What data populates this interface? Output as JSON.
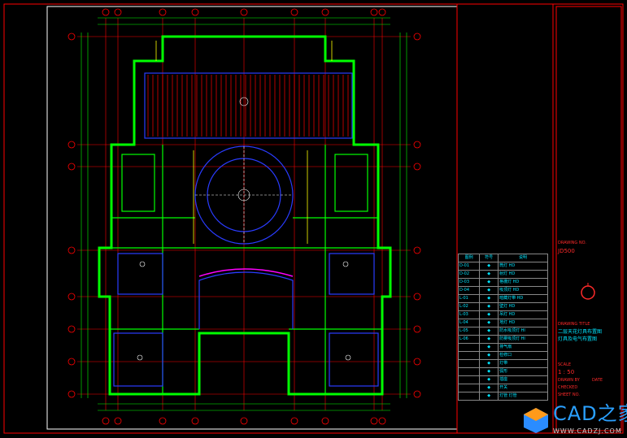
{
  "drawing": {
    "legend": {
      "headers": [
        "图例",
        "符号",
        "说明"
      ],
      "rows": [
        {
          "code": "D-01",
          "desc": "筒灯 HD"
        },
        {
          "code": "D-02",
          "desc": "射灯 HD"
        },
        {
          "code": "D-03",
          "desc": "格栅灯 HD"
        },
        {
          "code": "D-04",
          "desc": "吸顶灯 HD"
        },
        {
          "code": "L-01",
          "desc": "暗藏灯带 HD"
        },
        {
          "code": "L-02",
          "desc": "壁灯 HD"
        },
        {
          "code": "L-03",
          "desc": "吊灯 HD"
        },
        {
          "code": "L-04",
          "desc": "地灯 HD"
        },
        {
          "code": "L-05",
          "desc": "防水吸顶灯 HI"
        },
        {
          "code": "L-06",
          "desc": "防雾吸顶灯 HI"
        },
        {
          "code": "",
          "desc": "排气扇"
        },
        {
          "code": "",
          "desc": "检修口"
        },
        {
          "code": "",
          "desc": "灯带"
        },
        {
          "code": "",
          "desc": "弧形"
        },
        {
          "code": "",
          "desc": "插座"
        },
        {
          "code": "",
          "desc": "开关"
        },
        {
          "code": "",
          "desc": "灯管 灯管"
        }
      ]
    },
    "title_block": {
      "scale_label": "SCALE",
      "scale": "1 : 50",
      "drawing_no_label": "DRAWING NO.",
      "drawing_no": "JD500",
      "drawing_title_label": "DRAWING TITLE",
      "drawing_title_1": "二层天花灯具布置图",
      "drawing_title_2": "灯具及电气布置图",
      "date_label": "DATE",
      "drawn_label": "DRAWN BY",
      "checked_label": "CHECKED",
      "sheet_label": "SHEET NO."
    },
    "watermark": {
      "brand": "CAD之家",
      "url": "WWW.CADZJ.COM"
    },
    "colors": {
      "background": "#000000",
      "walls": "#00ff00",
      "frame": "#ff0000",
      "ceiling": "#0033ff",
      "annotation": "#00e5ff"
    }
  }
}
